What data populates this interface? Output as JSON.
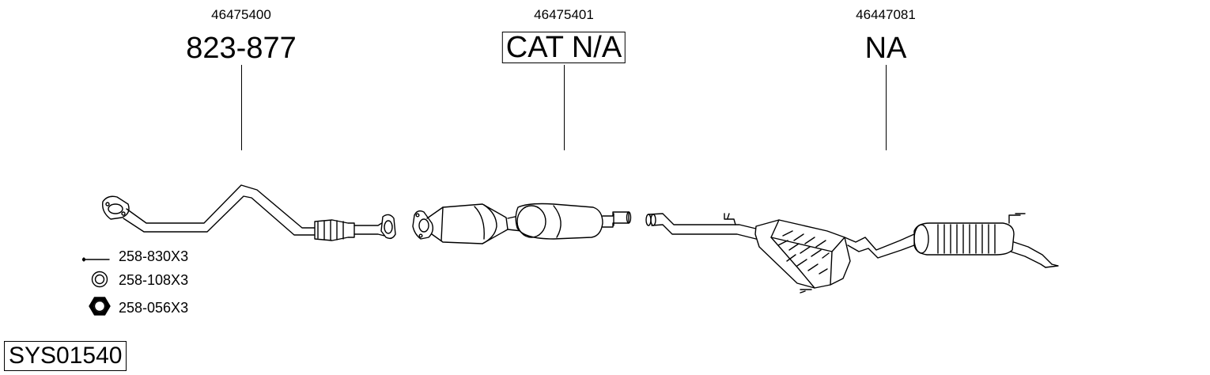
{
  "parts": [
    {
      "oe_number": "46475400",
      "code": "823-877",
      "boxed": false
    },
    {
      "oe_number": "46475401",
      "code": "CAT N/A",
      "boxed": true
    },
    {
      "oe_number": "46447081",
      "code": "NA",
      "boxed": false
    }
  ],
  "fittings": [
    {
      "code": "258-830X3",
      "icon": "bolt-icon"
    },
    {
      "code": "258-108X3",
      "icon": "washer-icon"
    },
    {
      "code": "258-056X3",
      "icon": "hex-nut-icon"
    }
  ],
  "system_id": "SYS01540",
  "colors": {
    "line": "#000000",
    "background": "#ffffff",
    "shade": "#888888"
  }
}
